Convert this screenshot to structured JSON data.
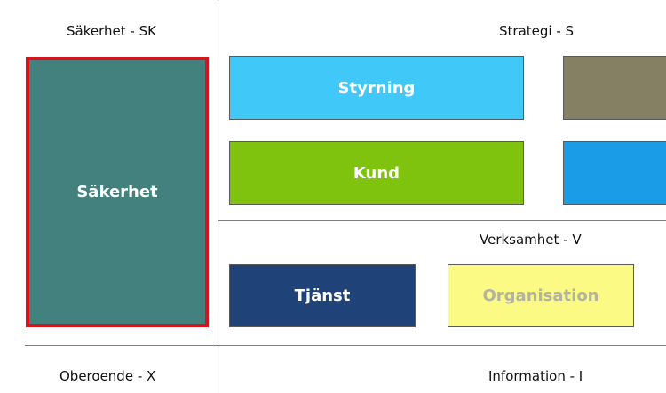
{
  "sections": {
    "sakerhet": "Säkerhet - SK",
    "strategi": "Strategi - S",
    "verksamhet": "Verksamhet - V",
    "oberoende": "Oberoende - X",
    "information": "Information - I"
  },
  "boxes": {
    "sakerhet": {
      "label": "Säkerhet",
      "color": "#43817f",
      "border": "#d9121b"
    },
    "styrning": {
      "label": "Styrning",
      "color": "#3fc8f8"
    },
    "unlabeled_olive": {
      "color": "#857f63"
    },
    "kund": {
      "label": "Kund",
      "color": "#7fc30f"
    },
    "unlabeled_blue": {
      "color": "#1a9de6"
    },
    "tjanst": {
      "label": "Tjänst",
      "color": "#1f4278"
    },
    "organisation": {
      "label": "Organisation",
      "color": "#fafa84",
      "text_color": "#b3b3a0"
    }
  }
}
